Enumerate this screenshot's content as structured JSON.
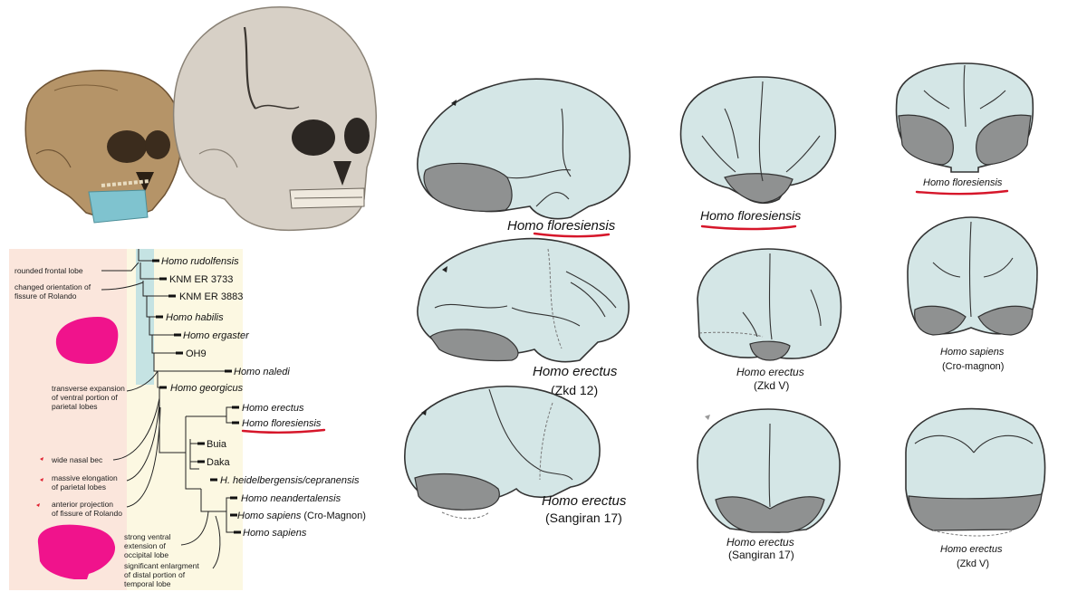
{
  "tree": {
    "taxa": [
      "Homo rudolfensis",
      "KNM ER 3733",
      "KNM ER 3883",
      "Homo habilis",
      "Homo ergaster",
      "OH9",
      "Homo naledi",
      "Homo georgicus",
      "Homo erectus",
      "Homo floresiensis",
      "Buia",
      "Daka",
      "H. heidelbergensis/cepranensis",
      "Homo neandertalensis",
      "Homo sapiens",
      "(Cro-Magnon)",
      "Homo sapiens"
    ],
    "annotations": {
      "frontal": "rounded frontal lobe",
      "rolando1": "changed orientation of",
      "rolando2": "fissure of Rolando",
      "parietal1": "transverse expansion",
      "parietal2": "of ventral portion of",
      "parietal3": "parietal lobes",
      "nasal": "wide nasal bec",
      "elong1": "massive elongation",
      "elong2": "of parietal lobes",
      "ant1": "anterior projection",
      "ant2": "of fissure of Rolando",
      "occ1": "strong ventral",
      "occ2": "extension of",
      "occ3": "occipital lobe",
      "temp1": "significant enlargment",
      "temp2": "of distal portion of",
      "temp3": "temporal lobe"
    }
  },
  "endocasts": {
    "lateral": {
      "c1": "Homo floresiensis",
      "c2": "Homo erectus",
      "c2b": "(Zkd 12)",
      "c3": "Homo erectus",
      "c3b": "(Sangiran 17)"
    },
    "front": {
      "c1": "Homo floresiensis",
      "c2": "Homo erectus",
      "c2b": "(Zkd V)",
      "c3": "Homo erectus",
      "c3b": "(Sangiran 17)"
    },
    "back": {
      "c1": "Homo floresiensis",
      "c2": "Homo sapiens",
      "c2b": "(Cro-magnon)",
      "c3": "Homo erectus",
      "c3b": "(Zkd V)"
    }
  },
  "colors": {
    "cast": "#d4e6e6",
    "shade": "#8f9191",
    "highlight": "#d6162a",
    "magenta": "#f0138c"
  }
}
